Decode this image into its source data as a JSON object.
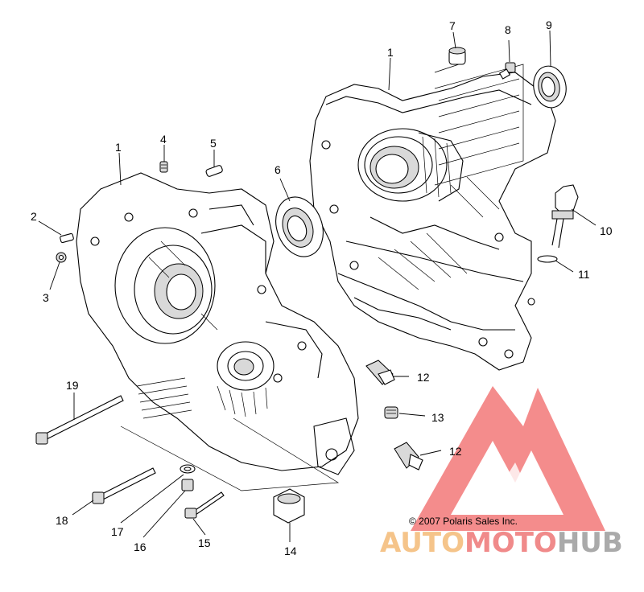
{
  "callouts": {
    "c1a": "1",
    "c1b": "1",
    "c2": "2",
    "c3": "3",
    "c4": "4",
    "c5": "5",
    "c6": "6",
    "c7": "7",
    "c8": "8",
    "c9": "9",
    "c10": "10",
    "c11": "11",
    "c12a": "12",
    "c12b": "12",
    "c13": "13",
    "c14": "14",
    "c15": "15",
    "c16": "16",
    "c17": "17",
    "c18": "18",
    "c19": "19"
  },
  "copyright": "© 2007 Polaris Sales Inc.",
  "watermark": {
    "part1": "AUTO",
    "part2": "MOTO",
    "part3": "HUB",
    "color1": "#f5c48a",
    "color2": "#f08a8a",
    "color3": "#aaaaaa",
    "triangle_color": "#ef4b4b"
  }
}
